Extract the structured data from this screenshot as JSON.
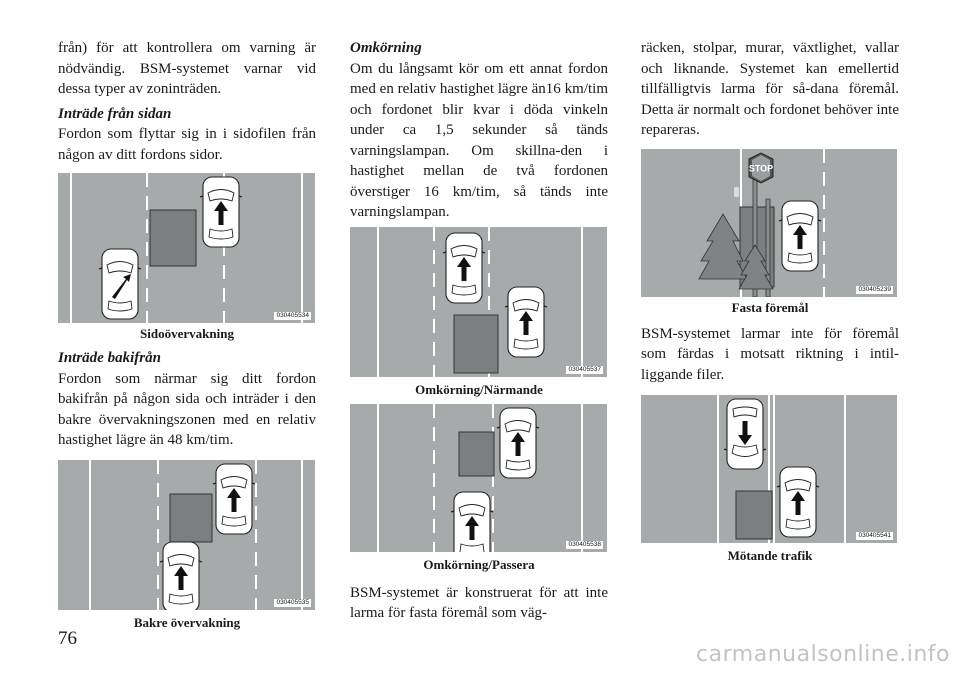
{
  "page_number": "76",
  "watermark": "carmanualsonline.info",
  "column1": {
    "intro": "från) för att kontrollera om varning är nödvändig. BSM-systemet varnar vid dessa typer av zoninträden.",
    "side_heading": "Inträde från sidan",
    "side_text": "Fordon som flyttar sig in i sidofilen från någon av ditt fordons sidor.",
    "fig1": {
      "code": "030405534",
      "caption": "Sidoövervakning"
    },
    "rear_heading": "Inträde bakifrån",
    "rear_text": "Fordon som närmar sig ditt fordon bakifrån på någon sida och inträder i den bakre övervakningszonen med en relativ hastighet lägre än 48 km/tim.",
    "fig2": {
      "code": "030405535",
      "caption": "Bakre övervakning"
    }
  },
  "column2": {
    "heading": "Omkörning",
    "text": "Om du långsamt kör om ett annat fordon med en relativ hastighet lägre än16 km/tim och fordonet blir kvar i döda vinkeln under ca 1,5 sekunder så tänds varningslampan. Om skillna-den i hastighet mellan de två fordonen överstiger 16 km/tim, så tänds inte varningslampan.",
    "fig3": {
      "code": "030405537",
      "caption": "Omkörning/Närmande"
    },
    "fig4": {
      "code": "030405538",
      "caption": "Omkörning/Passera"
    },
    "text2": "BSM-systemet är konstruerat för att inte larma för fasta föremål som väg-"
  },
  "column3": {
    "text": "räcken, stolpar, murar, växtlighet, vallar och liknande. Systemet kan emellertid tillfälligtvis larma för så-dana föremål. Detta är normalt och fordonet behöver inte repareras.",
    "fig5": {
      "code": "030405239",
      "caption": "Fasta föremål",
      "sign": "STOP"
    },
    "text2": "BSM-systemet larmar inte för föremål som färdas i motsatt riktning i intil-liggande filer.",
    "fig6": {
      "code": "030405541",
      "caption": "Mötande trafik"
    }
  },
  "colors": {
    "road": "#a7aaab",
    "zone": "#7b7f80",
    "car": "#ffffff"
  }
}
